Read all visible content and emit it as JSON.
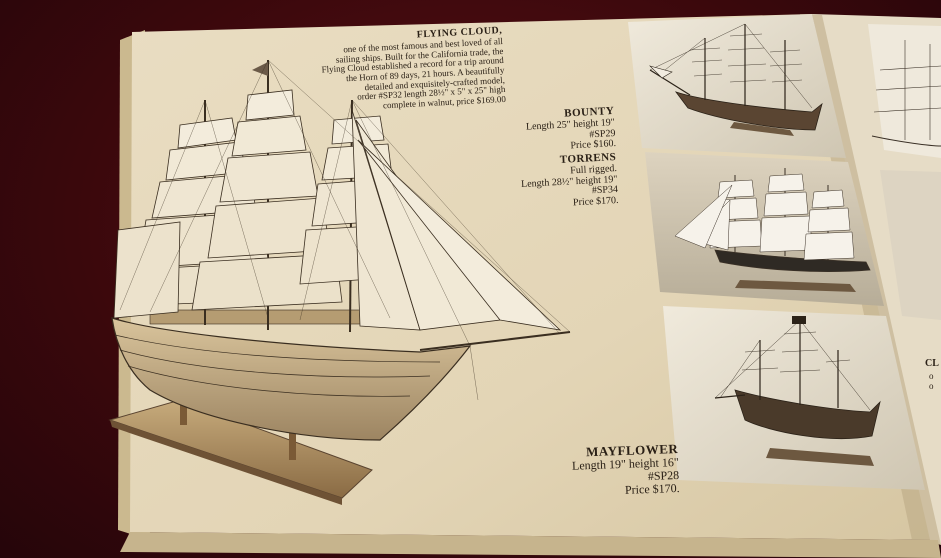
{
  "products": [
    {
      "title": "FLYING CLOUD,",
      "lines": [
        "one of the most famous and best loved of all",
        "sailing ships. Built for the California trade, the",
        "Flying Cloud established a record for a trip around",
        "the Horn of 89 days, 21 hours. A beautifully",
        "detailed and exquisitely-crafted model,",
        "order #SP32 length 28½\" x 5\" x 25\" high",
        "complete in walnut, price $169.00"
      ]
    },
    {
      "title": "BOUNTY",
      "lines": [
        "Length 25\" height 19\"",
        "#SP29",
        "Price $160."
      ]
    },
    {
      "title": "TORRENS",
      "lines": [
        "Full rigged.",
        "Length 28½\" height 19\"",
        "#SP34",
        "Price $170."
      ]
    },
    {
      "title": "MAYFLOWER",
      "lines": [
        "Length 19\" height 16\"",
        "#SP28",
        "Price $170."
      ]
    }
  ],
  "edge_fragment": {
    "title": "CL",
    "lines": [
      "o",
      "o"
    ]
  },
  "colors": {
    "background": "#3a080c",
    "paper": "#e8dcc0",
    "ink": "#2a2016"
  }
}
